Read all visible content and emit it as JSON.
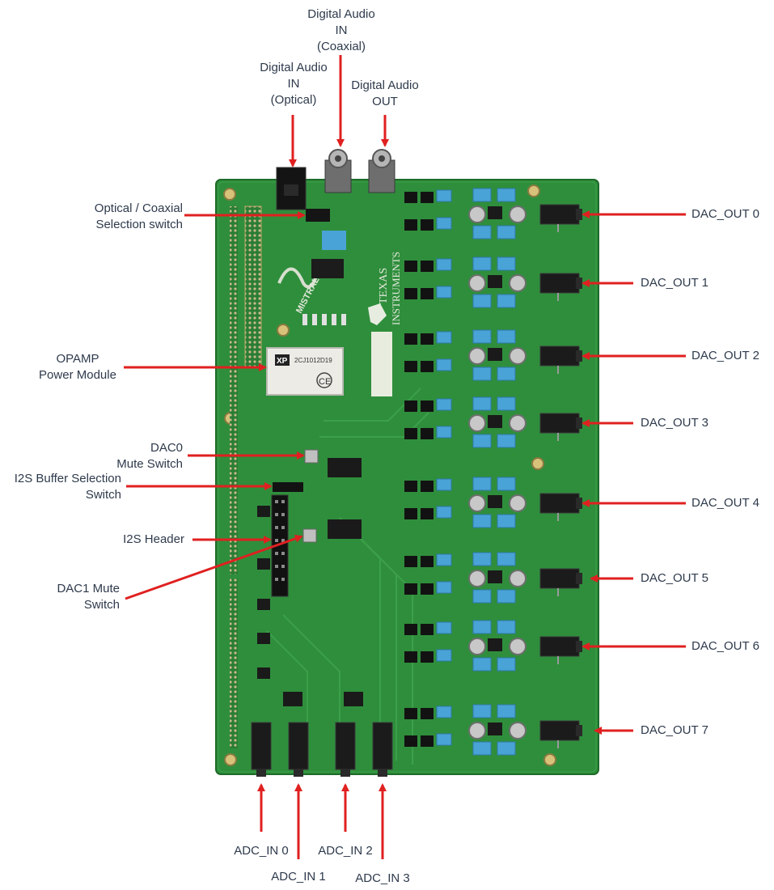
{
  "labels": {
    "digital_in_coaxial": "Digital Audio\nIN\n(Coaxial)",
    "digital_in_optical": "Digital Audio\nIN\n(Optical)",
    "digital_out": "Digital Audio\nOUT",
    "optical_coaxial_switch": "Optical / Coaxial\nSelection switch",
    "opamp_module": "OPAMP\nPower Module",
    "dac0_mute": "DAC0\nMute Switch",
    "i2s_buffer_switch": "I2S Buffer Selection\nSwitch",
    "i2s_header": "I2S Header",
    "dac1_mute": "DAC1 Mute\nSwitch",
    "dac_out": [
      "DAC_OUT 0",
      "DAC_OUT 1",
      "DAC_OUT 2",
      "DAC_OUT 3",
      "DAC_OUT 4",
      "DAC_OUT 5",
      "DAC_OUT 6",
      "DAC_OUT 7"
    ],
    "adc_in": [
      "ADC_IN 0",
      "ADC_IN 1",
      "ADC_IN 2",
      "ADC_IN 3"
    ]
  },
  "board": {
    "brand": "MISTRAL",
    "maker_line1": "TEXAS",
    "maker_line2": "INSTRUMENTS",
    "module_logo": "XP",
    "module_part": "2CJ1012D19",
    "ce_mark": "CE"
  },
  "colors": {
    "arrow": "#e02020",
    "pcb": "#2f8e3c",
    "pcb_dark": "#1f6b2a",
    "label_text": "#2e3a4c"
  }
}
